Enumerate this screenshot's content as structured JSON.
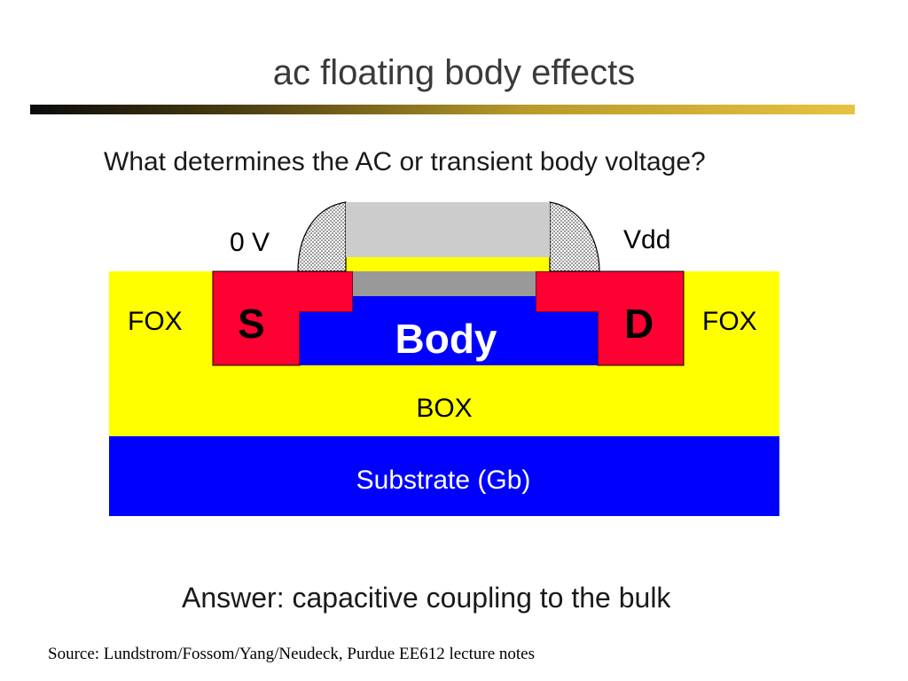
{
  "slide": {
    "title": "ac floating body effects",
    "question": "What determines the AC or transient body voltage?",
    "answer": "Answer:  capacitive coupling to the bulk",
    "source": "Source: Lundstrom/Fossom/Yang/Neudeck, Purdue EE612 lecture notes"
  },
  "diagram": {
    "source_voltage": "0 V",
    "drain_voltage": "Vdd",
    "fox_left": "FOX",
    "fox_right": "FOX",
    "source_label": "S",
    "drain_label": "D",
    "body_label": "Body",
    "box_label": "BOX",
    "substrate_label": "Substrate (Gb)"
  },
  "colors": {
    "oxide": "#ffff00",
    "silicon_body": "#0000ff",
    "source_drain": "#ff0033",
    "gate": "#cccccc",
    "gate_contact_dark": "#999999",
    "title_rule_end": "#e8c240"
  }
}
